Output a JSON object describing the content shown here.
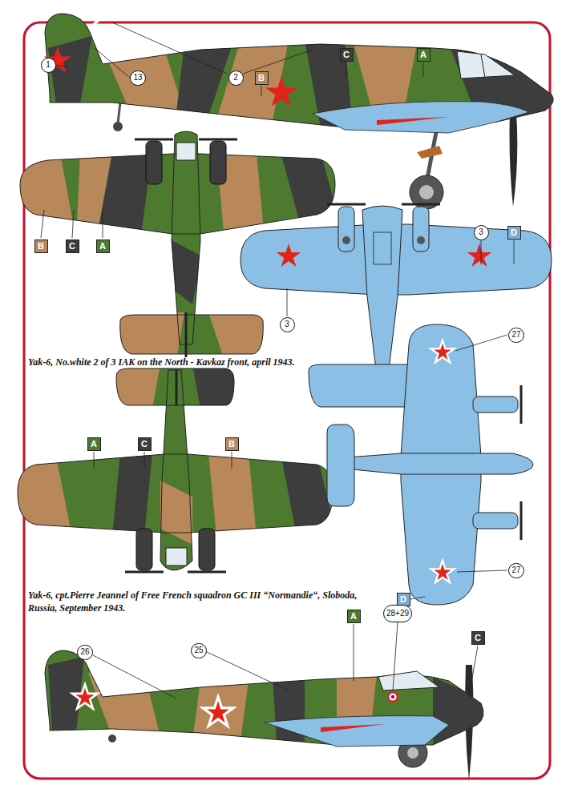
{
  "diagram": {
    "nodes": [
      {
        "text": [
          "1"
        ]
      },
      {
        "text": [
          "13"
        ]
      },
      {
        "text": [
          "2"
        ]
      },
      {
        "text": [
          "B"
        ]
      },
      {
        "text": [
          "C"
        ]
      },
      {
        "text": [
          "A"
        ]
      },
      {
        "text": [
          "B"
        ]
      },
      {
        "text": [
          "C"
        ]
      },
      {
        "text": [
          "A"
        ]
      },
      {
        "text": [
          "3"
        ]
      },
      {
        "text": [
          "D"
        ]
      },
      {
        "text": [
          "3"
        ]
      },
      {
        "text": [
          "27"
        ]
      },
      {
        "text": [
          "A"
        ]
      },
      {
        "text": [
          "C"
        ]
      },
      {
        "text": [
          "B"
        ]
      },
      {
        "text": [
          "27"
        ]
      },
      {
        "text": [
          "D"
        ]
      },
      {
        "text": [
          "A"
        ]
      },
      {
        "text": [
          "28+29"
        ]
      },
      {
        "text": [
          "C"
        ]
      },
      {
        "text": [
          "26"
        ]
      },
      {
        "text": [
          "25"
        ]
      }
    ],
    "labels": [
      "2",
      "Yak-6, No.white 2 of 3 IAK on the North - Kavkaz front, april 1943.",
      "Yak-6, cpt.Pierre Jeannel of Free French squadron GC III “Normandie“, Sloboda, Russia, September 1943."
    ]
  }
}
